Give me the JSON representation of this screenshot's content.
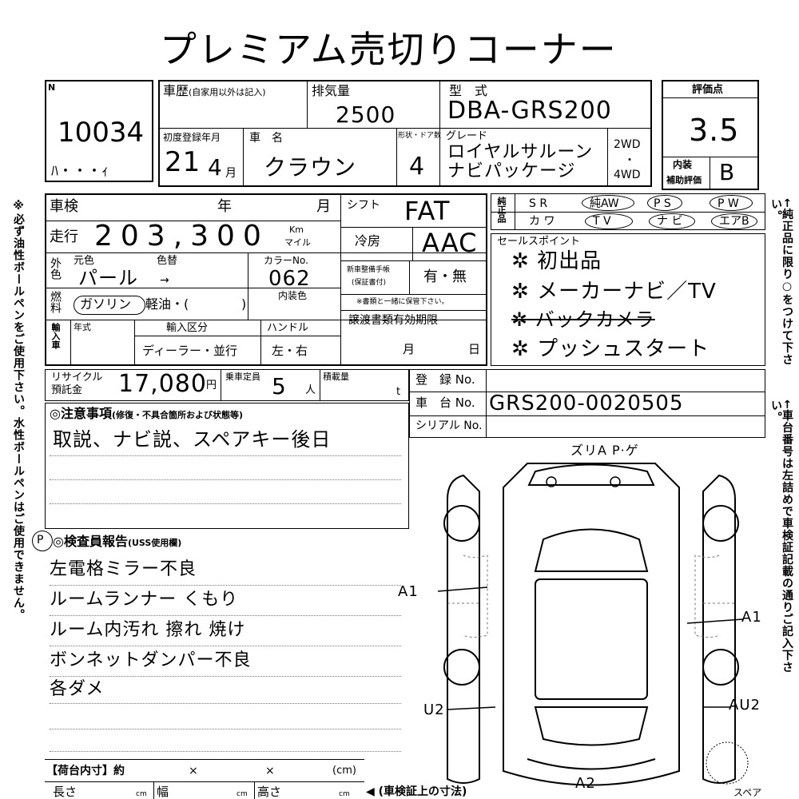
{
  "page_title": "プレミアム売切りコーナー",
  "lot": {
    "label": "N",
    "number": "10034",
    "sub": "ﾊ・・・ｨ"
  },
  "history": {
    "label": "車歴",
    "sublabel": "(自家用以外は記入)"
  },
  "displacement": {
    "label": "排気量",
    "value": "2500"
  },
  "model_code": {
    "label": "型　式",
    "value": "DBA-GRS200"
  },
  "score": {
    "label": "評価点",
    "value": "3.5"
  },
  "first_reg": {
    "label": "初度登録年月",
    "year": "21",
    "month": "4",
    "month_unit": "月"
  },
  "car_name": {
    "label": "車　名",
    "value": "クラウン"
  },
  "doors": {
    "label": "形状・ドア数",
    "value": "4"
  },
  "grade": {
    "label": "グレード",
    "line1": "ロイヤルサルーン",
    "line2": "ナビパッケージ"
  },
  "drive": {
    "opt1": "2WD",
    "dot": "・",
    "opt2": "4WD"
  },
  "interior_score": {
    "label1": "内装",
    "label2": "補助評価",
    "value": "B"
  },
  "shaken": {
    "label": "車検",
    "year": "年",
    "month": "月"
  },
  "mileage": {
    "label": "走行",
    "value": "203,300",
    "unit1": "Km",
    "unit2": "マイル"
  },
  "shift": {
    "label": "シフト",
    "value": "FAT"
  },
  "ac": {
    "label": "冷房",
    "value": "AAC"
  },
  "equipment": {
    "label": "純正品",
    "row1": [
      "S R",
      "純AW",
      "P S",
      "P W"
    ],
    "row2": [
      "カ ワ",
      "T V",
      "ナ ビ",
      "エアB"
    ]
  },
  "color": {
    "label": "外色",
    "orig": "元色",
    "change": "色替",
    "value": "パール",
    "arrow": "→",
    "code_label": "カラーNo.",
    "code": "062"
  },
  "maint": {
    "label1": "新車整備手帳",
    "label2": "(保証書付)",
    "value": "有・無",
    "note": "※書類と一緒に保管下さい。"
  },
  "fuel": {
    "label": "燃料",
    "gas": "ガソリン",
    "rest": "軽油・(",
    "close": ")",
    "interior_color": "内装色"
  },
  "sale_points": {
    "label": "セールスポイント",
    "items": [
      "初出品",
      "メーカーナビ／TV",
      "バックカメラ",
      "プッシュスタート"
    ]
  },
  "import": {
    "label": "輸入車",
    "year": "年式",
    "section_label": "輸入区分",
    "section_value": "ディーラー・並行",
    "handle_label": "ハンドル",
    "handle_value": "左・右"
  },
  "transfer": {
    "label": "譲渡書類有効期限",
    "month": "月",
    "day": "日"
  },
  "recycle": {
    "label1": "リサイクル",
    "label2": "預託金",
    "value": "17,080",
    "unit": "円"
  },
  "capacity": {
    "label": "乗車定員",
    "value": "5",
    "unit": "人"
  },
  "load": {
    "label": "積載量",
    "unit": "t"
  },
  "registration": {
    "label": "登　録 No."
  },
  "chassis": {
    "label": "車　台 No.",
    "value": "GRS200-0020505"
  },
  "serial": {
    "label": "シリアル No."
  },
  "notes": {
    "label": "◎注意事項",
    "sublabel": "(修復・不具合箇所および状態等)",
    "text": "取説、ナビ説、スペアキー後日"
  },
  "inspector": {
    "mark": "P",
    "label": "◎検査員報告",
    "sublabel": "(USS使用欄)",
    "lines": [
      "左電格ミラー不良",
      "ルームランナー くもり",
      "ルーム内汚れ 擦れ 焼け",
      "ボンネットダンパー不良",
      "各ダメ"
    ]
  },
  "cargo": {
    "label": "【荷台内寸】約",
    "x1": "×",
    "x2": "×",
    "unit": "(cm)",
    "note": "(車検証上の寸法)",
    "len": "長さ",
    "width": "幅",
    "height": "高さ",
    "cm": "cm"
  },
  "diagram": {
    "top_note": "ズリA P·ゲ",
    "a1_left": "A1",
    "a1_right": "A1",
    "u2": "U2",
    "au2": "AU2",
    "a2": "A2",
    "spare": "スペア"
  },
  "side_left": "※必ず油性ボールペンをご使用下さい。水性ボールペンはご使用できません。",
  "side_right_top": "←純正品に限り○をつけて下さい。",
  "side_right_bottom": "←車台番号は左詰めで車検証記載の通りご記入下さい。"
}
